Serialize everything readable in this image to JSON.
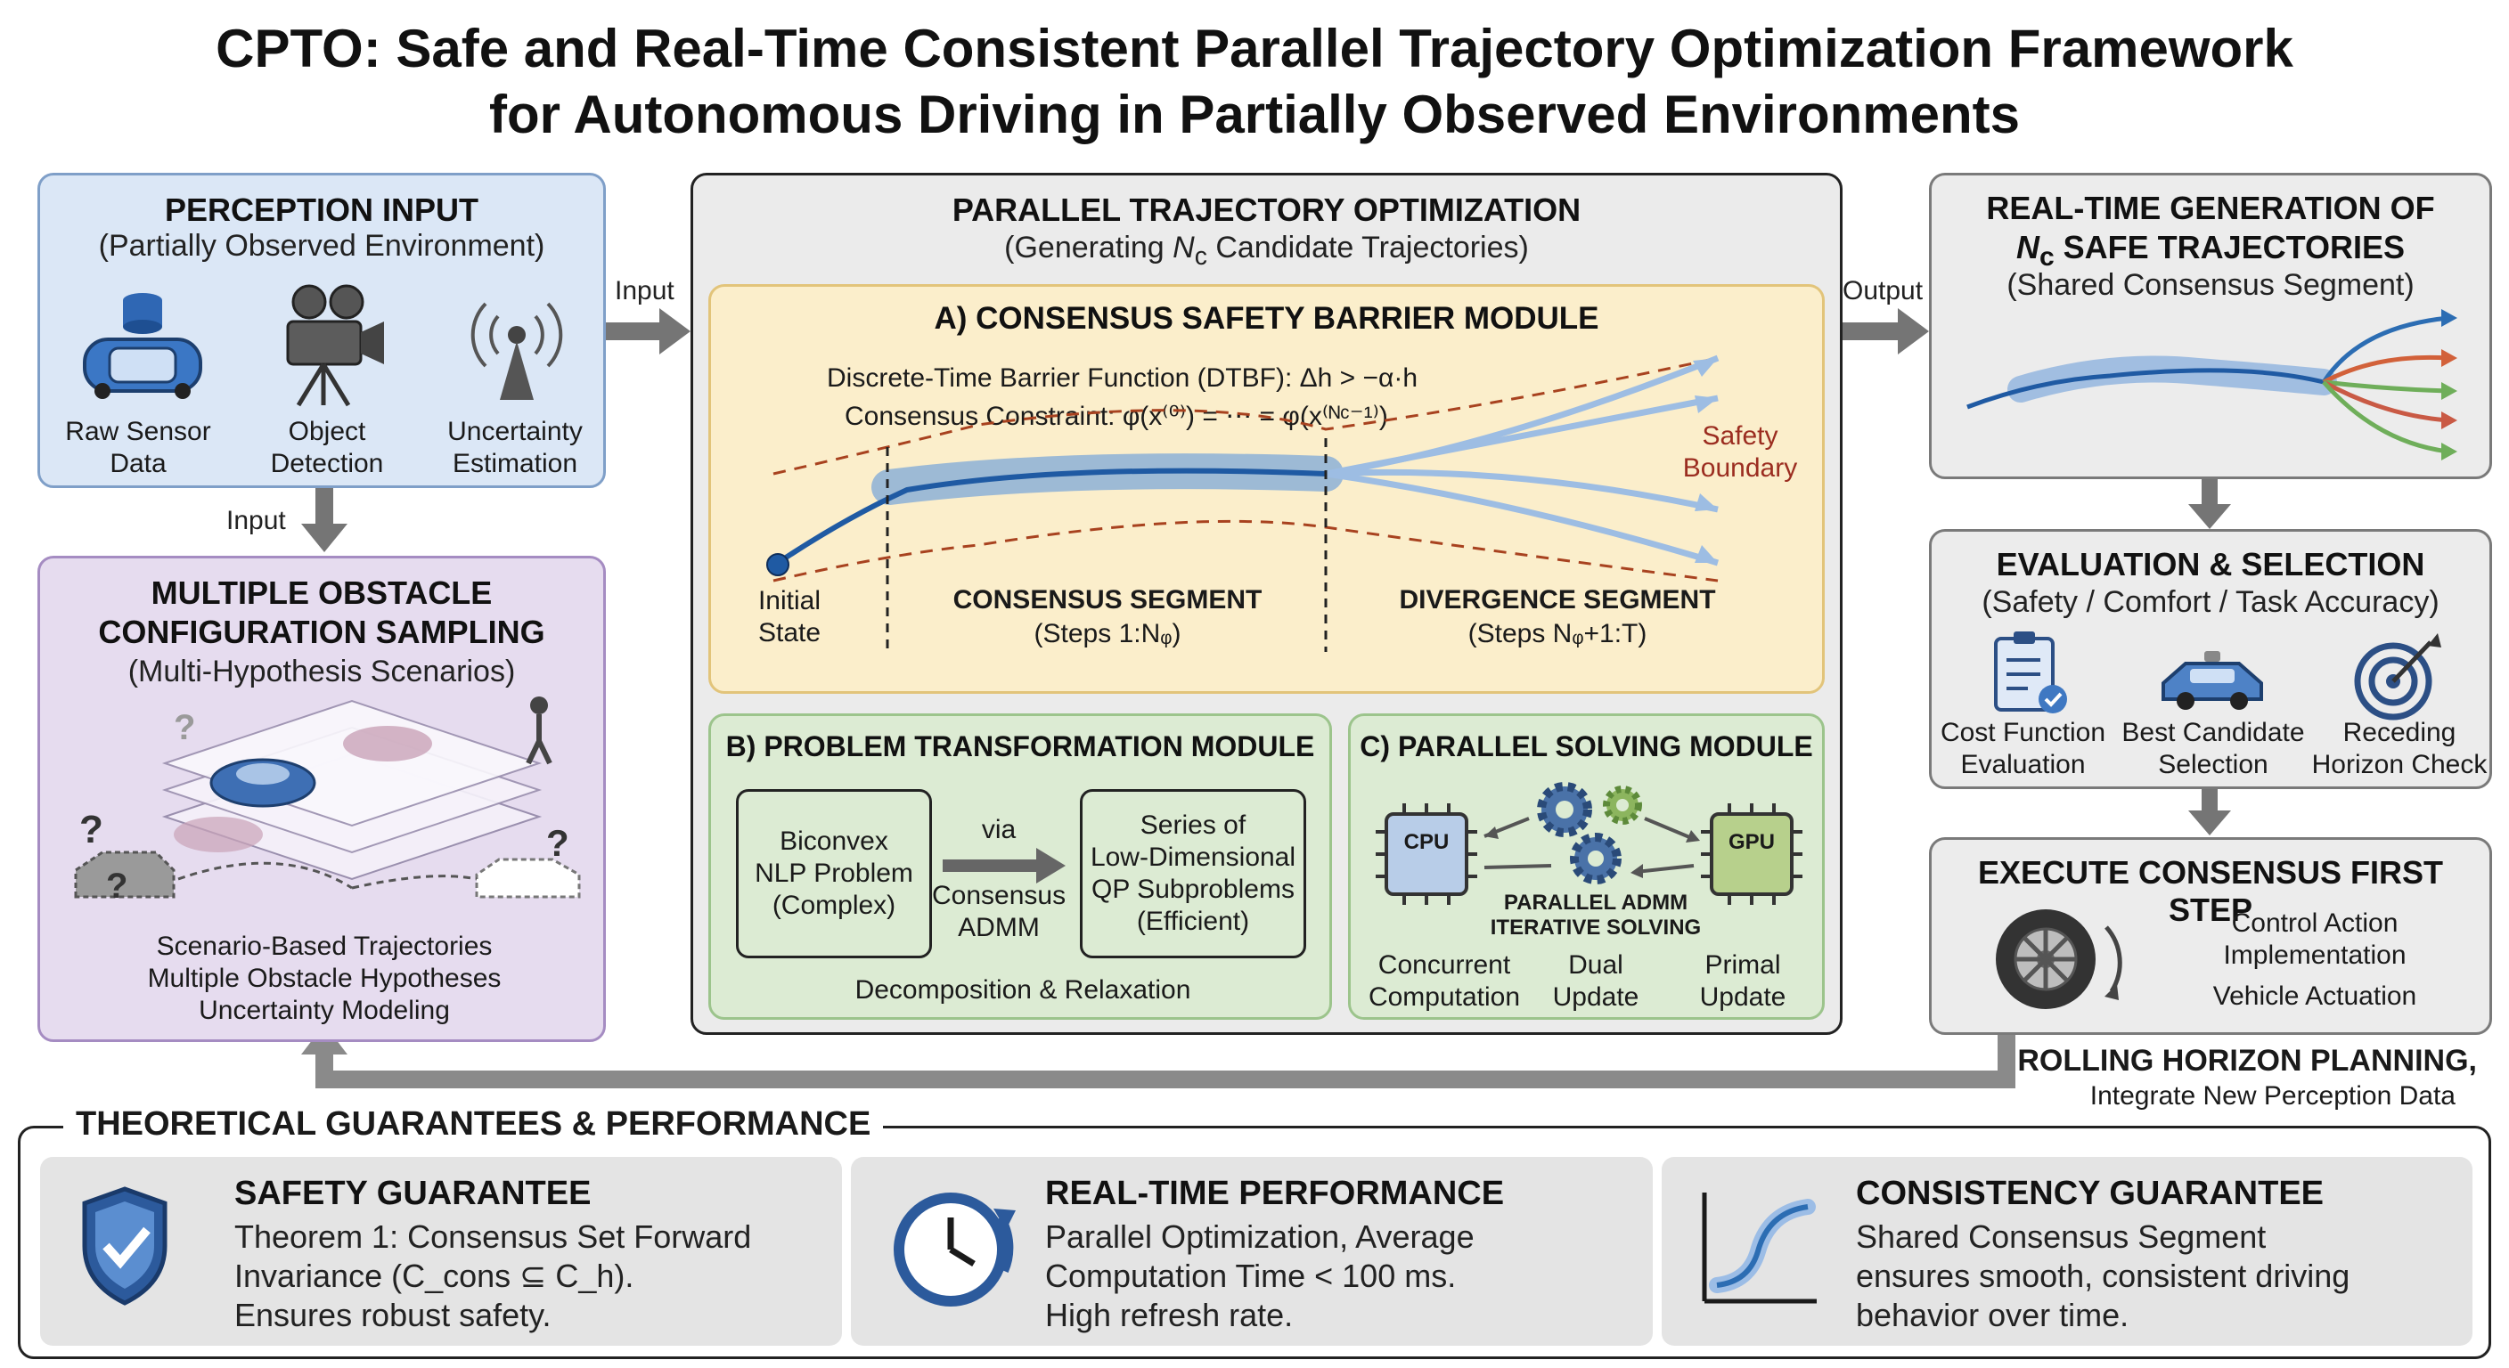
{
  "title": {
    "line1": "CPTO: Safe and Real-Time Consistent Parallel Trajectory Optimization Framework",
    "line2": "for Autonomous Driving in Partially Observed Environments"
  },
  "perception": {
    "title": "PERCEPTION INPUT",
    "subtitle": "(Partially Observed Environment)",
    "items": [
      {
        "label1": "Raw Sensor",
        "label2": "Data",
        "icon": "car-sensor-icon"
      },
      {
        "label1": "Object",
        "label2": "Detection",
        "icon": "camera-icon"
      },
      {
        "label1": "Uncertainty",
        "label2": "Estimation",
        "icon": "antenna-icon"
      }
    ]
  },
  "arrows": {
    "input_right": "Input",
    "input_down": "Input",
    "output": "Output"
  },
  "sampling": {
    "title1": "MULTIPLE OBSTACLE",
    "title2": "CONFIGURATION SAMPLING",
    "subtitle": "(Multi-Hypothesis Scenarios)",
    "q": "?",
    "lines": [
      "Scenario-Based Trajectories",
      "Multiple Obstacle Hypotheses",
      "Uncertainty Modeling"
    ]
  },
  "parallel": {
    "title": "PARALLEL TRAJECTORY OPTIMIZATION",
    "subtitle_pre": "(Generating ",
    "subtitle_n": "N",
    "subtitle_sub": "c",
    "subtitle_post": " Candidate Trajectories)"
  },
  "barrier": {
    "title": "A) CONSENSUS SAFETY BARRIER MODULE",
    "dtbf": "Discrete-Time Barrier Function (DTBF): Δh > −α·h",
    "consensus": "Consensus Constraint: φ(x⁽⁰⁾) = ⋯ = φ(x⁽ᴺᶜ⁻¹⁾)",
    "safety1": "Safety",
    "safety2": "Boundary",
    "initial1": "Initial",
    "initial2": "State",
    "seg1_title": "CONSENSUS SEGMENT",
    "seg1_sub": "(Steps 1:Nᵩ)",
    "seg2_title": "DIVERGENCE SEGMENT",
    "seg2_sub": "(Steps Nᵩ+1:T)"
  },
  "transform": {
    "title": "B) PROBLEM TRANSFORMATION MODULE",
    "left": [
      "Biconvex",
      "NLP Problem",
      "(Complex)"
    ],
    "via": "via",
    "method": [
      "Consensus",
      "ADMM"
    ],
    "right": [
      "Series of",
      "Low-Dimensional",
      "QP Subproblems",
      "(Efficient)"
    ],
    "footer": "Decomposition & Relaxation"
  },
  "solving": {
    "title": "C) PARALLEL SOLVING MODULE",
    "cpu": "CPU",
    "gpu": "GPU",
    "center1": "PARALLEL ADMM",
    "center2": "ITERATIVE SOLVING",
    "labels": [
      [
        "Concurrent",
        "Computation"
      ],
      [
        "Dual",
        "Update"
      ],
      [
        "Primal",
        "Update"
      ]
    ]
  },
  "realtime": {
    "title1": "REAL-TIME GENERATION OF",
    "title2_n": "N",
    "title2_sub": "c",
    "title2_rest": " SAFE TRAJECTORIES",
    "subtitle": "(Shared Consensus Segment)"
  },
  "evaluation": {
    "title": "EVALUATION & SELECTION",
    "subtitle": "(Safety / Comfort / Task Accuracy)",
    "items": [
      {
        "label1": "Cost Function",
        "label2": "Evaluation",
        "icon": "checklist-icon"
      },
      {
        "label1": "Best Candidate",
        "label2": "Selection",
        "icon": "car-icon"
      },
      {
        "label1": "Receding",
        "label2": "Horizon Check",
        "icon": "target-icon"
      }
    ]
  },
  "execute": {
    "title": "EXECUTE CONSENSUS FIRST STEP",
    "line1": "Control Action",
    "line2": "Implementation",
    "line3": "Vehicle Actuation"
  },
  "rolling": {
    "line1": "ROLLING HORIZON PLANNING,",
    "line2": "Integrate New Perception Data"
  },
  "guarantees": {
    "title": "THEORETICAL GUARANTEES & PERFORMANCE",
    "cards": [
      {
        "title": "SAFETY GUARANTEE",
        "lines": [
          "Theorem 1: Consensus Set Forward",
          "Invariance (C_cons ⊆ C_h).",
          "Ensures robust safety."
        ],
        "icon": "shield-icon"
      },
      {
        "title": "REAL-TIME PERFORMANCE",
        "lines": [
          "Parallel Optimization, Average",
          "Computation Time < 100 ms.",
          "High refresh rate."
        ],
        "icon": "clock-icon"
      },
      {
        "title": "CONSISTENCY GUARANTEE",
        "lines": [
          "Shared Consensus Segment",
          "ensures smooth, consistent driving",
          "behavior over time."
        ],
        "icon": "curve-chart-icon"
      }
    ]
  },
  "colors": {
    "perception_bg": "#dbe7f6",
    "perception_border": "#7f9fc8",
    "sampling_bg": "#e6dcef",
    "sampling_border": "#a58cc2",
    "barrier_bg": "#fbeecb",
    "barrier_border": "#e2c47a",
    "green_bg": "#dcebd3",
    "green_border": "#9cc48c",
    "gray_bg": "#ececec",
    "blue_traj": "#2c6db3",
    "safety_red": "#9b2d20"
  }
}
